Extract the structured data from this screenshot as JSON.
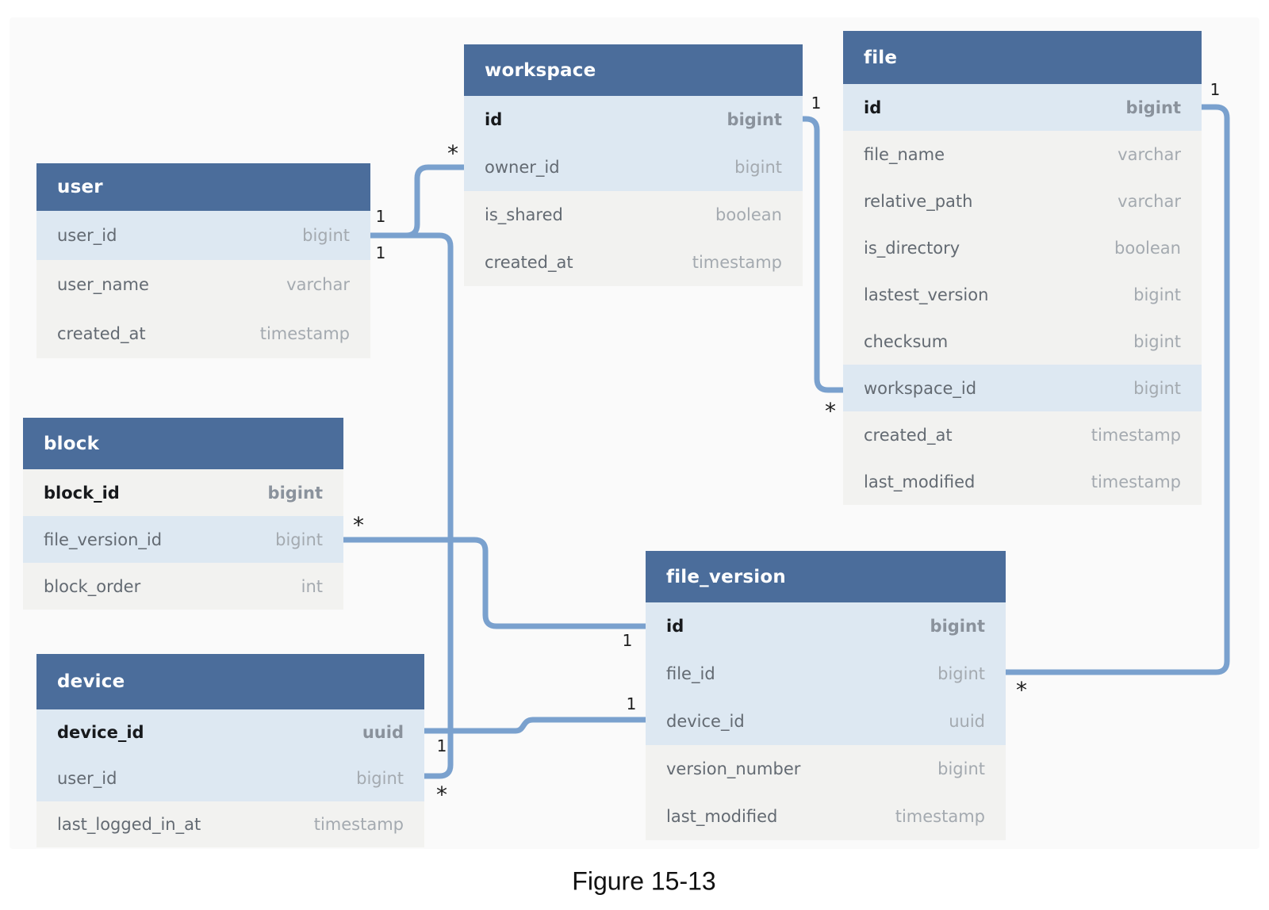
{
  "figure": {
    "caption": "Figure 15-13"
  },
  "colors": {
    "table_header_bg": "#4b6d9b",
    "header_text": "#ffffff",
    "row_highlight_bg": "#dde8f2",
    "row_default_bg": "#f2f2f0",
    "connector": "#7aa1ce",
    "panel_bg": "#fafafa",
    "field_text": "#636a72",
    "type_text": "#a4aab0",
    "pk_field_text": "#17191c",
    "pk_type_text": "#8a929c",
    "cardinality_text": "#1e1e1e"
  },
  "tables": [
    {
      "name": "user",
      "fields": [
        {
          "name": "user_id",
          "type": "bigint",
          "highlight": true,
          "pk": false
        },
        {
          "name": "user_name",
          "type": "varchar",
          "highlight": false,
          "pk": false
        },
        {
          "name": "created_at",
          "type": "timestamp",
          "highlight": false,
          "pk": false
        }
      ]
    },
    {
      "name": "workspace",
      "fields": [
        {
          "name": "id",
          "type": "bigint",
          "highlight": true,
          "pk": true
        },
        {
          "name": "owner_id",
          "type": "bigint",
          "highlight": true,
          "pk": false
        },
        {
          "name": "is_shared",
          "type": "boolean",
          "highlight": false,
          "pk": false
        },
        {
          "name": "created_at",
          "type": "timestamp",
          "highlight": false,
          "pk": false
        }
      ]
    },
    {
      "name": "file",
      "fields": [
        {
          "name": "id",
          "type": "bigint",
          "highlight": true,
          "pk": true
        },
        {
          "name": "file_name",
          "type": "varchar",
          "highlight": false,
          "pk": false
        },
        {
          "name": "relative_path",
          "type": "varchar",
          "highlight": false,
          "pk": false
        },
        {
          "name": "is_directory",
          "type": "boolean",
          "highlight": false,
          "pk": false
        },
        {
          "name": "lastest_version",
          "type": "bigint",
          "highlight": false,
          "pk": false
        },
        {
          "name": "checksum",
          "type": "bigint",
          "highlight": false,
          "pk": false
        },
        {
          "name": "workspace_id",
          "type": "bigint",
          "highlight": true,
          "pk": false
        },
        {
          "name": "created_at",
          "type": "timestamp",
          "highlight": false,
          "pk": false
        },
        {
          "name": "last_modified",
          "type": "timestamp",
          "highlight": false,
          "pk": false
        }
      ]
    },
    {
      "name": "block",
      "fields": [
        {
          "name": "block_id",
          "type": "bigint",
          "highlight": false,
          "pk": true
        },
        {
          "name": "file_version_id",
          "type": "bigint",
          "highlight": true,
          "pk": false
        },
        {
          "name": "block_order",
          "type": "int",
          "highlight": false,
          "pk": false
        }
      ]
    },
    {
      "name": "device",
      "fields": [
        {
          "name": "device_id",
          "type": "uuid",
          "highlight": true,
          "pk": true
        },
        {
          "name": "user_id",
          "type": "bigint",
          "highlight": true,
          "pk": false
        },
        {
          "name": "last_logged_in_at",
          "type": "timestamp",
          "highlight": false,
          "pk": false
        }
      ]
    },
    {
      "name": "file_version",
      "fields": [
        {
          "name": "id",
          "type": "bigint",
          "highlight": true,
          "pk": true
        },
        {
          "name": "file_id",
          "type": "bigint",
          "highlight": true,
          "pk": false
        },
        {
          "name": "device_id",
          "type": "uuid",
          "highlight": true,
          "pk": false
        },
        {
          "name": "version_number",
          "type": "bigint",
          "highlight": false,
          "pk": false
        },
        {
          "name": "last_modified",
          "type": "timestamp",
          "highlight": false,
          "pk": false
        }
      ]
    }
  ],
  "relationships": [
    {
      "from": "user.user_id",
      "to": "workspace.owner_id",
      "from_card": "1",
      "to_card": "*"
    },
    {
      "from": "user.user_id",
      "to": "device.user_id",
      "from_card": "1",
      "to_card": "*"
    },
    {
      "from": "block.file_version_id",
      "to": "file_version.id",
      "from_card": "*",
      "to_card": "1"
    },
    {
      "from": "device.device_id",
      "to": "file_version.device_id",
      "from_card": "1",
      "to_card": "1"
    },
    {
      "from": "workspace.id",
      "to": "file.workspace_id",
      "from_card": "1",
      "to_card": "*"
    },
    {
      "from": "file.id",
      "to": "file_version.file_id",
      "from_card": "1",
      "to_card": "*"
    }
  ]
}
